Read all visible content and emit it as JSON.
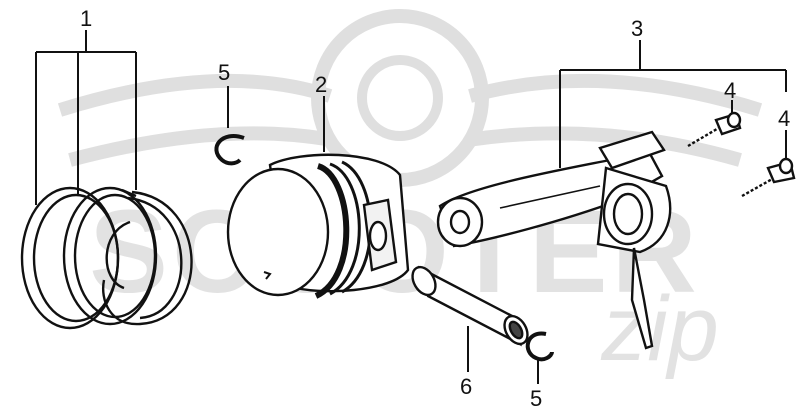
{
  "watermark": {
    "brand_text": "SCOOTER",
    "brand_script": "zip",
    "color": "#d9d9d9"
  },
  "colors": {
    "ink": "#111111",
    "paper": "#ffffff"
  },
  "callouts": {
    "piston_rings": "1",
    "piston": "2",
    "connecting_rod": "3",
    "rod_bolt_a": "4",
    "rod_bolt_b": "4",
    "circlip_upper": "5",
    "circlip_lower": "5",
    "piston_pin": "6"
  }
}
